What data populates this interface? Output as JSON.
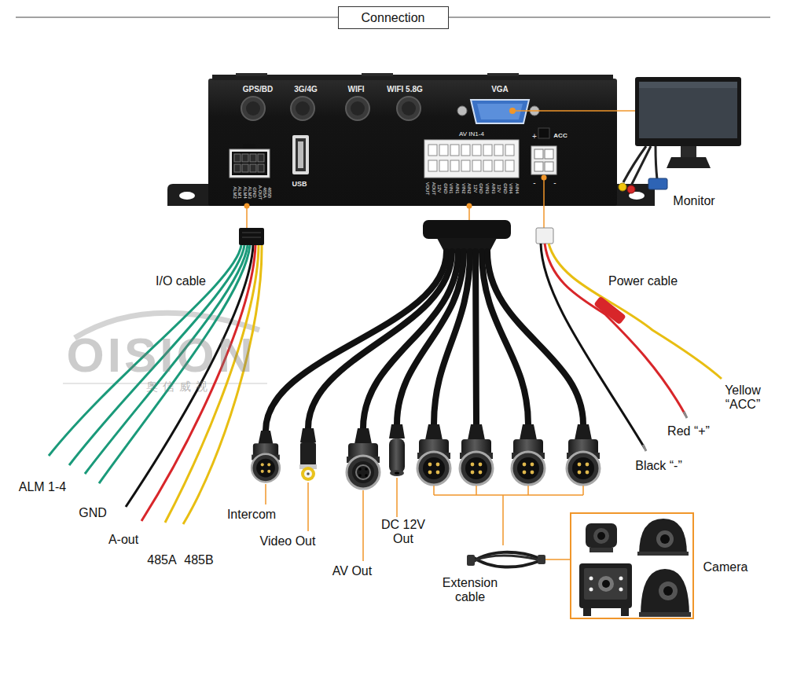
{
  "diagram": {
    "title": "Connection",
    "nodes": [
      {
        "text": [
          "GPS/BD",
          "3G/4G",
          "WIFI",
          "WIFI 5.8G",
          "VGA",
          "USB",
          "AV IN1-4",
          "ACC",
          "+",
          "-",
          "-",
          "ALM2",
          "ALM1",
          "ALM4",
          "ALM3",
          "GND",
          "A-OUT",
          "485A",
          "485B",
          "VOUT",
          "AOUT",
          "12V",
          "GND",
          "VIN1",
          "AIN1",
          "VIN2",
          "AIN2",
          "12V",
          "GND",
          "VIN3",
          "AIN3",
          "12V",
          "GND",
          "VIN4",
          "AIN4"
        ]
      },
      {
        "text": [
          "Camera"
        ]
      }
    ],
    "labels": [
      "I/O cable",
      "ALM 1-4",
      "GND",
      "A-out",
      "485A",
      "485B",
      "Intercom",
      "Video Out",
      "AV Out",
      "DC 12V Out",
      "Extension cable",
      "Power cable",
      "Yellow “ACC”",
      "Red “+”",
      "Black “-”",
      "Monitor",
      "OISION",
      "奥信威视"
    ]
  }
}
